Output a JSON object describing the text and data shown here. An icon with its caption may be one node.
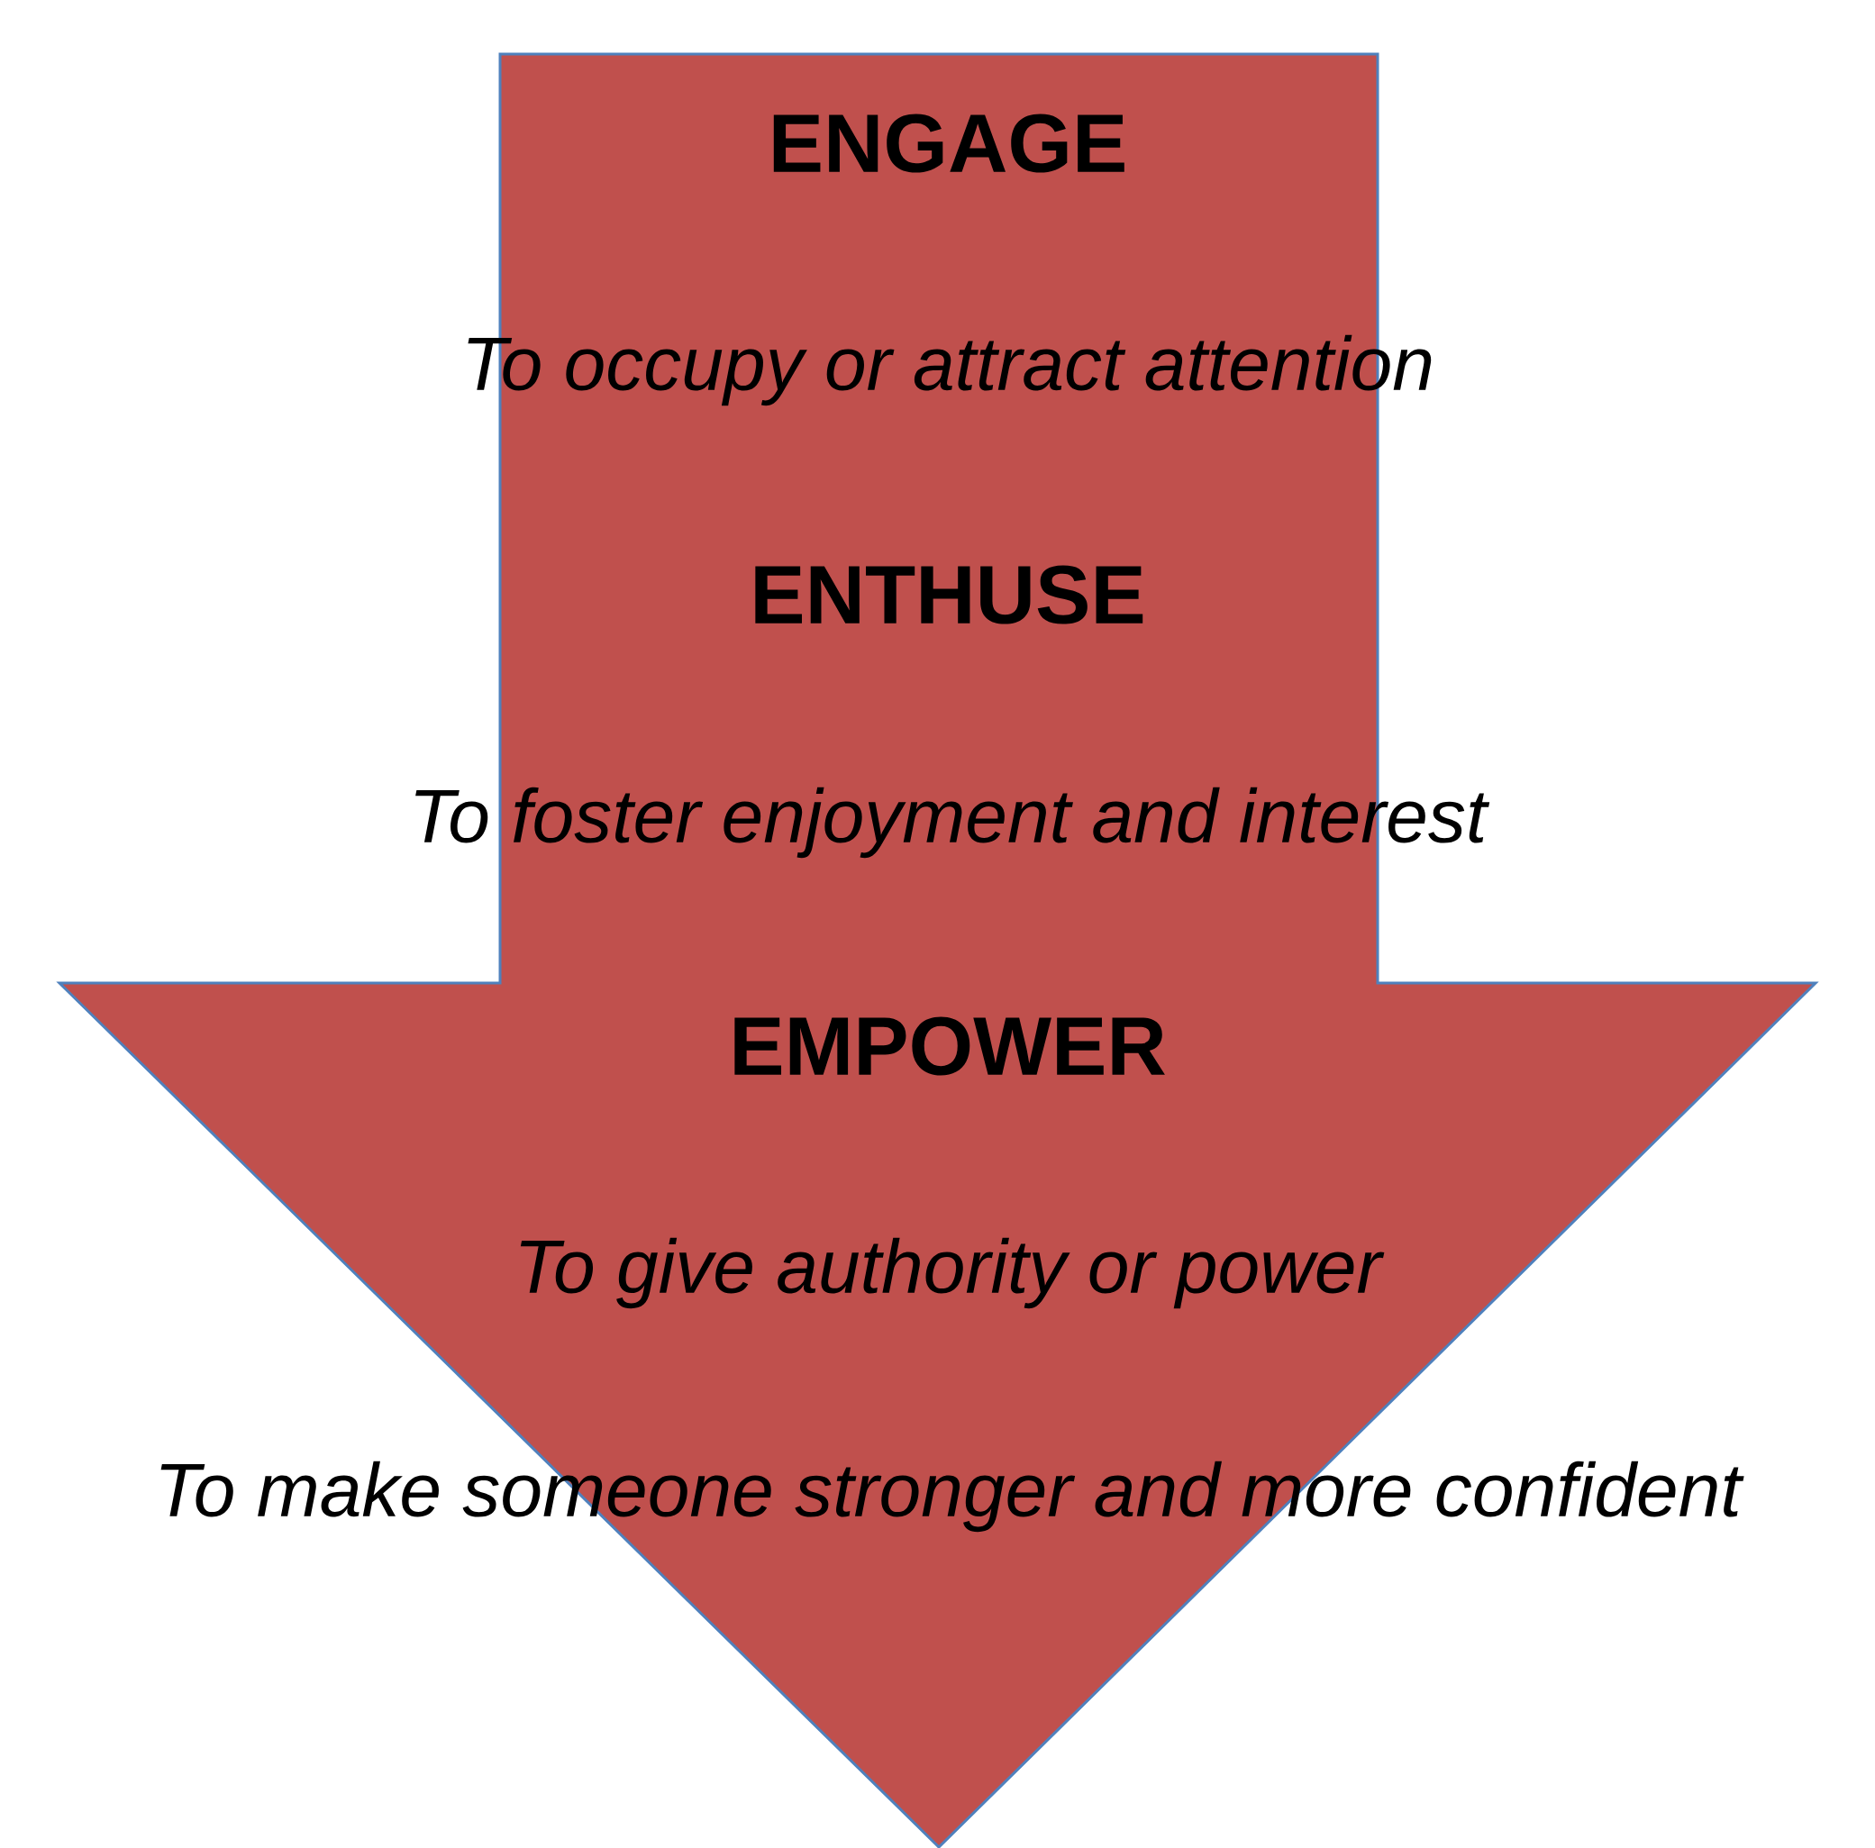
{
  "diagram": {
    "nodes": [
      {
        "text": [
          "ENGAGE",
          "To occupy or attract attention",
          "ENTHUSE",
          "To foster enjoyment and interest",
          "EMPOWER",
          "To give authority or power",
          "To make someone stronger and more confident"
        ]
      }
    ]
  }
}
